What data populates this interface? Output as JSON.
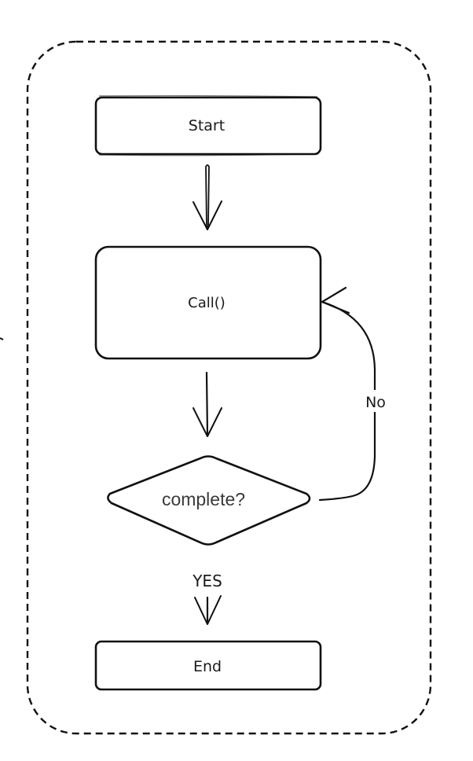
{
  "diagram": {
    "type": "flowchart",
    "container": {
      "style": "dashed-rounded"
    },
    "nodes": {
      "start": {
        "label": "Start",
        "shape": "rounded-rect"
      },
      "call": {
        "label": "Call()",
        "shape": "rounded-rect"
      },
      "decision": {
        "label": "complete?",
        "shape": "diamond"
      },
      "end": {
        "label": "End",
        "shape": "rounded-rect"
      }
    },
    "edges": [
      {
        "from": "start",
        "to": "call",
        "label": ""
      },
      {
        "from": "call",
        "to": "decision",
        "label": ""
      },
      {
        "from": "decision",
        "to": "call",
        "label": "No"
      },
      {
        "from": "decision",
        "to": "end",
        "label": "YES"
      }
    ],
    "edge_labels": {
      "no": "No",
      "yes": "YES"
    },
    "colors": {
      "stroke": "#111111",
      "background": "#ffffff"
    }
  }
}
